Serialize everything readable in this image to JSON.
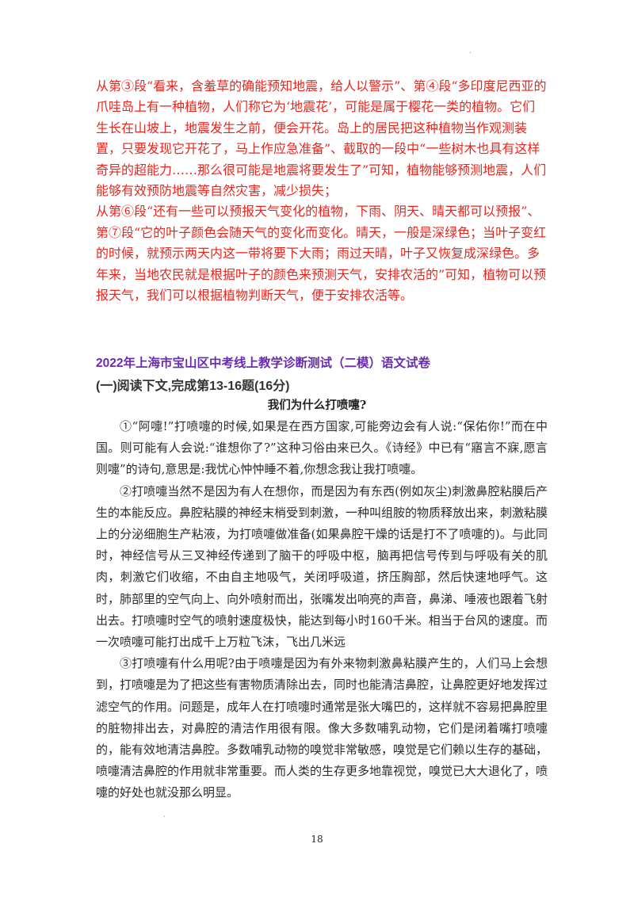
{
  "answer": {
    "paragraphs": [
      "从第③段“看来，含羞草的确能预知地震，给人以警示”、第④段“多印度尼西亚的爪哇岛上有一种植物，人们称它为‘地震花’，可能是属于樱花一类的植物。它们生长在山坡上，地震发生之前，便会开花。岛上的居民把这种植物当作观测装置，只要发现它开花了，马上作应急准备”、截取的一段中“一些树木也具有这样奇异的超能力……那么很可能是地震将要发生了”可知，植物能够预测地震，人们能够有效预防地震等自然灾害，减少损失；",
      "从第⑥段“还有一些可以预报天气变化的植物，下雨、阴天、晴天都可以预报”、第⑦段“它的叶子颜色会随天气的变化而变化。晴天，一般是深绿色；当叶子变红的时候，就预示两天内这一带将要下大雨；雨过天晴，叶子又恢复成深绿色。多年来，当地农民就是根据叶子的颜色来预测天气，安排农活的”可知，植物可以预报天气，我们可以根据植物判断天气，便于安排农活等。"
    ]
  },
  "exam": {
    "title": "2022年上海市宝山区中考线上教学诊断测试（二模）语文试卷",
    "section": "(一)阅读下文,完成第13-16题(16分)"
  },
  "essay": {
    "title": "我们为什么打喷嚏?",
    "paragraphs": [
      "①“阿嚏!”打喷嚏的时候,如果是在西方国家,可能旁边会有人说:“保佑你!”而在中国。则可能有人会说:“谁想你了?”这种习俗由来已久。《诗经》中已有“寤言不寐,愿言则嚏”的诗句,意思是:我忧心忡忡睡不着,你想念我让我打喷嚏。",
      "②打喷嚏当然不是因为有人在想你，而是因为有东西(例如灰尘)刺激鼻腔粘膜后产生的本能反应。鼻腔粘膜的神经末梢受到刺激，一种叫组胺的物质释放出来，刺激粘膜上的分泌细胞生产粘液，为打喷嚏做准备(如果鼻腔干燥的话是打不了喷嚏的)。与此同时，神经信号从三叉神经传递到了脑干的呼吸中枢，脑再把信号传到与呼吸有关的肌肉，刺激它们收缩，不由自主地吸气，关闭呼吸道，挤压胸部，然后快速地呼气。这时，肺部里的空气向上、向外喷射而出，张嘴发出响亮的声音，鼻涕、唾液也跟着飞射出去。打喷嚏时空气的喷射速度极快，能达到每小时160千米。相当于台风的速度。而一次喷嚏可能打出成千上万粒飞沫，飞出几米远",
      "③打喷嚏有什么用呢?由于喷嚏是因为有外来物刺激鼻粘膜产生的，人们马上会想到，打喷嚏是为了把这些有害物质清除出去，同时也能清洁鼻腔，让鼻腔更好地发挥过滤空气的作用。问题是，成年人在打喷嚏时通常是张大嘴巴的，这样就不容易把鼻腔里的脏物排出去，对鼻腔的清洁作用很有限。像大多数哺乳动物，它们是闭着嘴打喷嚏的，能有效地清洁鼻腔。多数哺乳动物的嗅觉非常敏感，嗅觉是它们赖以生存的基础，喷嚏清洁鼻腔的作用就非常重要。而人类的生存更多地靠视觉，嗅觉已大大退化了，喷嚏的好处也就没那么明显。"
    ]
  },
  "page_number": "18"
}
